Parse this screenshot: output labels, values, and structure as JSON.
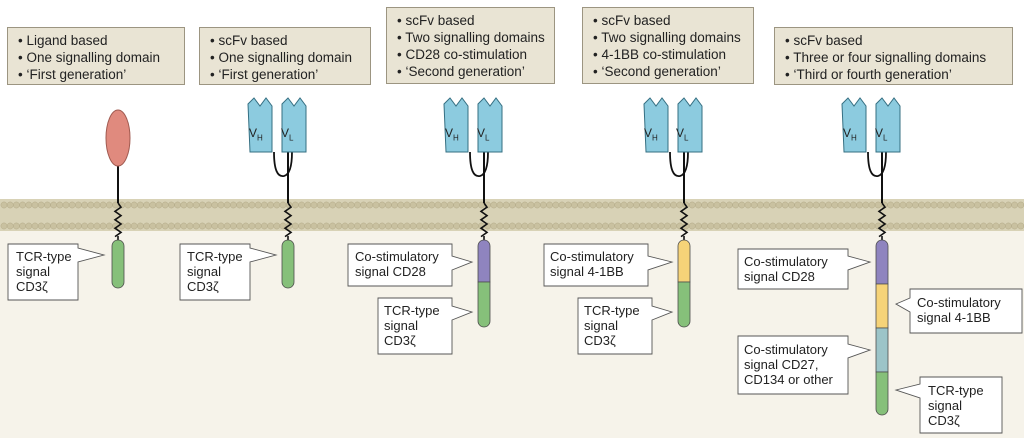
{
  "colors": {
    "membrane_band": "#d8d2b6",
    "lipid_head": "#c9c1a0",
    "cytoplasm": "#f6f3ea",
    "ligand": "#e08a7e",
    "scfv": "#8ccbdf",
    "cd3z": "#86c07a",
    "cd28": "#8f84bf",
    "bb41": "#f6d378",
    "cd27": "#9cc4c8",
    "header_box": "#e9e4d4"
  },
  "constructs": [
    {
      "header": [
        "• Ligand based",
        "• One signalling domain",
        "• ‘First generation’"
      ],
      "binder": "ligand",
      "callouts": [
        {
          "lines": [
            "TCR-type",
            "signal",
            "CD3ζ"
          ]
        }
      ]
    },
    {
      "header": [
        "• scFv based",
        "• One signalling domain",
        "• ‘First generation’"
      ],
      "binder": "scfv",
      "callouts": [
        {
          "lines": [
            "TCR-type",
            "signal",
            "CD3ζ"
          ]
        }
      ]
    },
    {
      "header": [
        "• scFv based",
        "• Two signalling domains",
        "• CD28 co-stimulation",
        "• ‘Second generation’"
      ],
      "binder": "scfv",
      "callouts": [
        {
          "lines": [
            "Co-stimulatory",
            "signal CD28"
          ]
        },
        {
          "lines": [
            "TCR-type",
            "signal",
            "CD3ζ"
          ]
        }
      ]
    },
    {
      "header": [
        "• scFv based",
        "• Two signalling domains",
        "• 4-1BB co-stimulation",
        "• ‘Second generation’"
      ],
      "binder": "scfv",
      "callouts": [
        {
          "lines": [
            "Co-stimulatory",
            "signal 4-1BB"
          ]
        },
        {
          "lines": [
            "TCR-type",
            "signal",
            "CD3ζ"
          ]
        }
      ]
    },
    {
      "header": [
        "• scFv based",
        "• Three or four signalling domains",
        "• ‘Third or fourth generation’"
      ],
      "binder": "scfv",
      "callouts": [
        {
          "lines": [
            "Co-stimulatory",
            "signal CD28"
          ]
        },
        {
          "lines": [
            "Co-stimulatory",
            "signal 4-1BB"
          ]
        },
        {
          "lines": [
            "Co-stimulatory",
            "signal CD27,",
            "CD134 or other"
          ]
        },
        {
          "lines": [
            "TCR-type",
            "signal",
            "CD3ζ"
          ]
        }
      ]
    }
  ],
  "scfv_labels": {
    "vh": "V",
    "vh_sub": "H",
    "vl": "V",
    "vl_sub": "L"
  }
}
